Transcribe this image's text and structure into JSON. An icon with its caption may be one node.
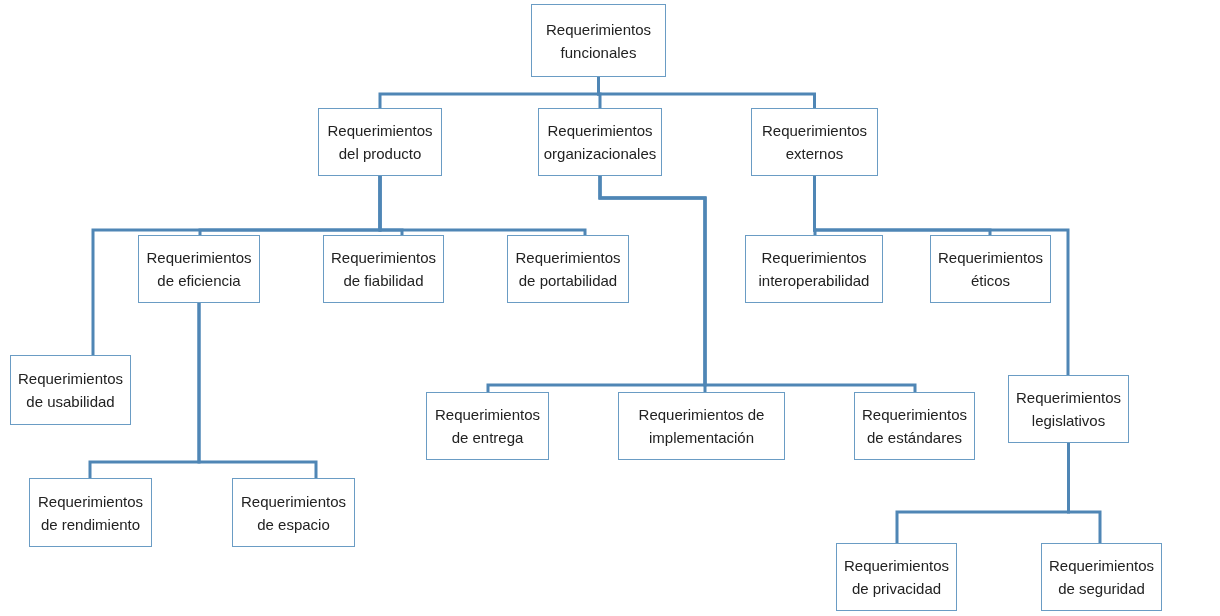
{
  "diagram": {
    "nodes": [
      {
        "text": [
          "Requerimientos funcionales"
        ]
      },
      {
        "text": [
          "Requerimientos del producto"
        ]
      },
      {
        "text": [
          "Requerimientos organizacionales"
        ]
      },
      {
        "text": [
          "Requerimientos externos"
        ]
      },
      {
        "text": [
          "Requerimientos de eficiencia"
        ]
      },
      {
        "text": [
          "Requerimientos de fiabilidad"
        ]
      },
      {
        "text": [
          "Requerimientos de portabilidad"
        ]
      },
      {
        "text": [
          "Requerimientos interoperabilidad"
        ]
      },
      {
        "text": [
          "Requerimientos éticos"
        ]
      },
      {
        "text": [
          "Requerimientos de usabilidad"
        ]
      },
      {
        "text": [
          "Requerimientos de entrega"
        ]
      },
      {
        "text": [
          "Requerimientos de implementación"
        ]
      },
      {
        "text": [
          "Requerimientos de estándares"
        ]
      },
      {
        "text": [
          "Requerimientos legislativos"
        ]
      },
      {
        "text": [
          "Requerimientos de rendimiento"
        ]
      },
      {
        "text": [
          "Requerimientos de espacio"
        ]
      },
      {
        "text": [
          "Requerimientos de privacidad"
        ]
      },
      {
        "text": [
          "Requerimientos de seguridad"
        ]
      }
    ],
    "edges": [
      {
        "from": 0,
        "to": 1,
        "arrow": "none"
      },
      {
        "from": 0,
        "to": 2,
        "arrow": "none"
      },
      {
        "from": 0,
        "to": 3,
        "arrow": "none"
      },
      {
        "from": 1,
        "to": 9,
        "arrow": "none"
      },
      {
        "from": 1,
        "to": 4,
        "arrow": "none"
      },
      {
        "from": 1,
        "to": 5,
        "arrow": "none"
      },
      {
        "from": 1,
        "to": 6,
        "arrow": "none"
      },
      {
        "from": 2,
        "to": 10,
        "arrow": "none"
      },
      {
        "from": 2,
        "to": 11,
        "arrow": "none"
      },
      {
        "from": 2,
        "to": 12,
        "arrow": "none"
      },
      {
        "from": 3,
        "to": 7,
        "arrow": "none"
      },
      {
        "from": 3,
        "to": 8,
        "arrow": "none"
      },
      {
        "from": 3,
        "to": 13,
        "arrow": "none"
      },
      {
        "from": 4,
        "to": 14,
        "arrow": "none"
      },
      {
        "from": 4,
        "to": 15,
        "arrow": "none"
      },
      {
        "from": 13,
        "to": 16,
        "arrow": "none"
      },
      {
        "from": 13,
        "to": 17,
        "arrow": "none"
      }
    ]
  }
}
